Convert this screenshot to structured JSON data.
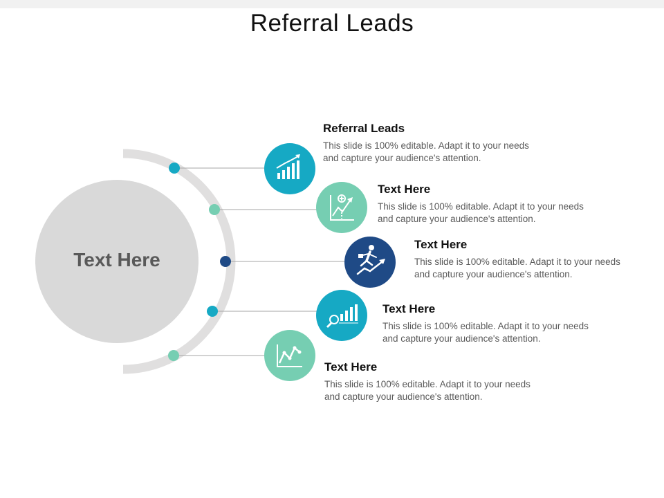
{
  "slide": {
    "title": "Referral Leads",
    "center_label": "Text Here"
  },
  "colors": {
    "teal": "#16a9c4",
    "mint": "#76ceb2",
    "navy": "#1f4a86",
    "gray_circle": "#d9d9d9",
    "arc": "#e0dfdf",
    "connector": "#a6a6a6"
  },
  "items": [
    {
      "heading": "Referral Leads",
      "description": "This slide is 100% editable. Adapt it to your needs and capture your audience's attention.",
      "icon": "bar-chart-growth-icon",
      "color": "#16a9c4"
    },
    {
      "heading": "Text Here",
      "description": "This slide is 100% editable. Adapt it to your needs and capture your audience's attention.",
      "icon": "line-chart-plus-icon",
      "color": "#76ceb2"
    },
    {
      "heading": "Text Here",
      "description": "This slide is 100% editable. Adapt it to your needs and capture your audience's attention.",
      "icon": "running-businessman-icon",
      "color": "#1f4a86"
    },
    {
      "heading": "Text Here",
      "description": "This slide is 100% editable. Adapt it to your needs and capture your audience's attention.",
      "icon": "magnifier-bar-chart-icon",
      "color": "#16a9c4"
    },
    {
      "heading": "Text Here",
      "description": "This slide is 100% editable. Adapt it to your needs and capture your audience's attention.",
      "icon": "line-chart-icon",
      "color": "#76ceb2"
    }
  ]
}
